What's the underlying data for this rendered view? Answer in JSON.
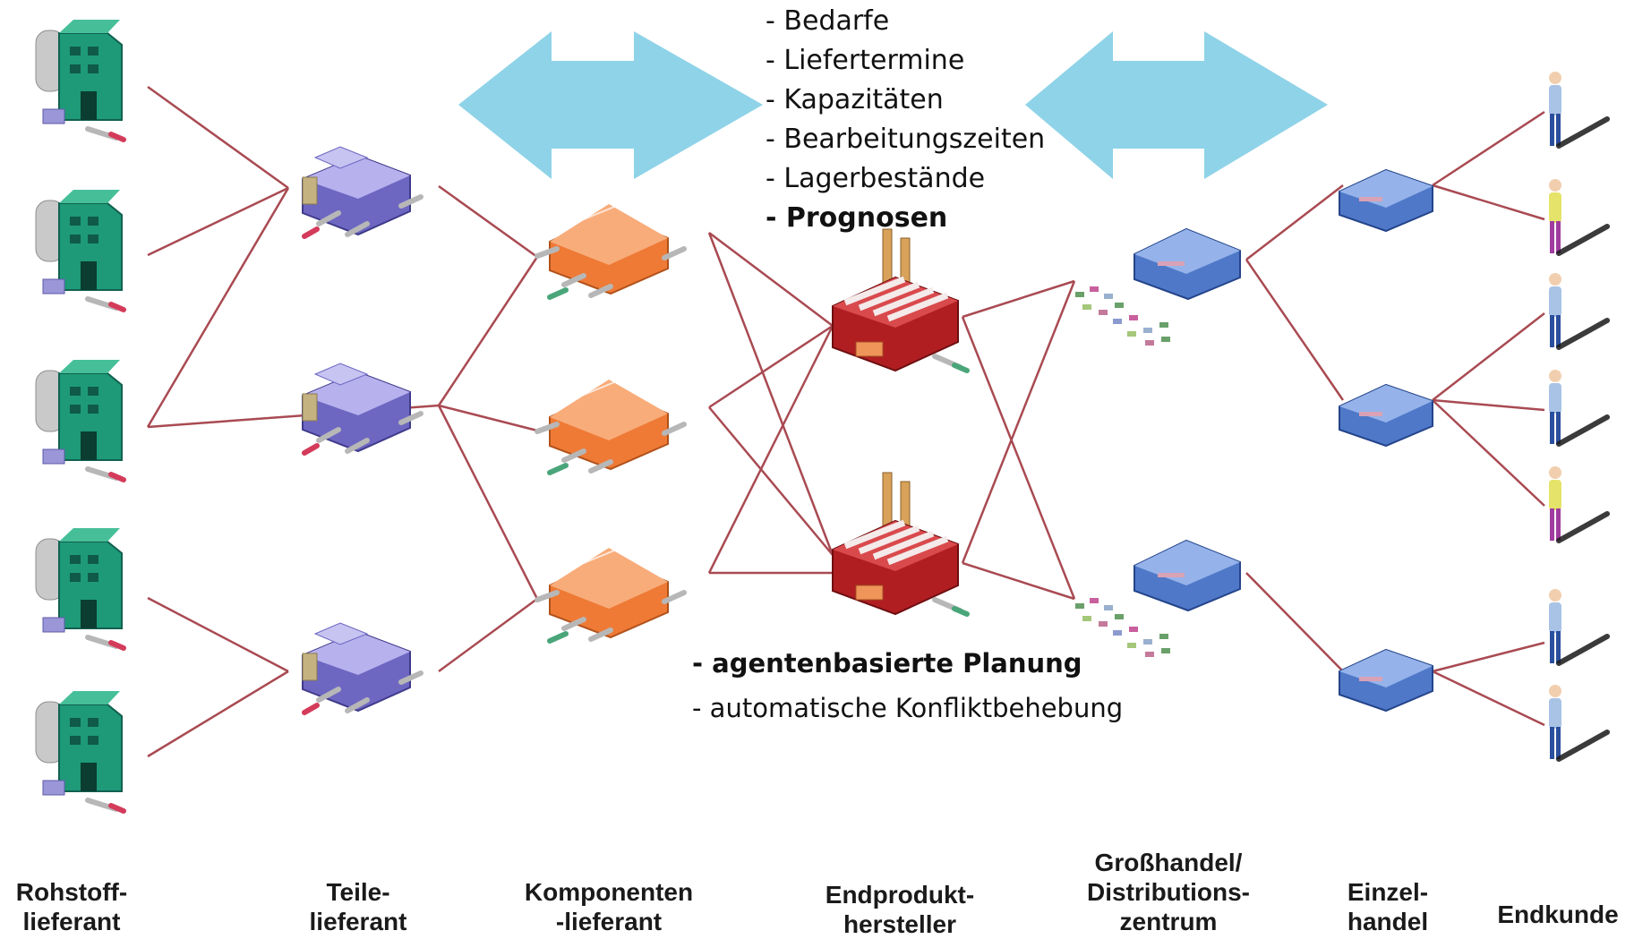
{
  "info_top": [
    "- Bedarfe",
    "- Liefertermine",
    "- Kapazitäten",
    "- Bearbeitungszeiten",
    "- Lagerbestände",
    "- Prognosen"
  ],
  "info_bottom": [
    "- agentenbasierte Planung",
    "- automatische Konfliktbehebung"
  ],
  "categories": [
    [
      "Rohstoff-",
      "lieferant"
    ],
    [
      "Teile-",
      "lieferant"
    ],
    [
      "Komponenten",
      "-lieferant"
    ],
    [
      "Endprodukt-",
      "hersteller"
    ],
    [
      "Großhandel/",
      "Distributions-",
      "zentrum"
    ],
    [
      "Einzel-",
      "handel"
    ],
    [
      "Endkunde"
    ]
  ],
  "colors": {
    "link": "#a94a52",
    "arrow": "#8fd3e8",
    "raw_supplier": "#1e9a78",
    "part_supplier": "#8a86d6",
    "component_supplier": "#f28a4a",
    "manufacturer": "#b01e22",
    "distribution": "#5b83cf",
    "retail": "#5b83cf"
  },
  "icons": [
    "raw-supplier-icon",
    "part-supplier-icon",
    "component-supplier-icon",
    "factory-icon",
    "distribution-center-icon",
    "retail-store-icon",
    "customer-icon"
  ]
}
